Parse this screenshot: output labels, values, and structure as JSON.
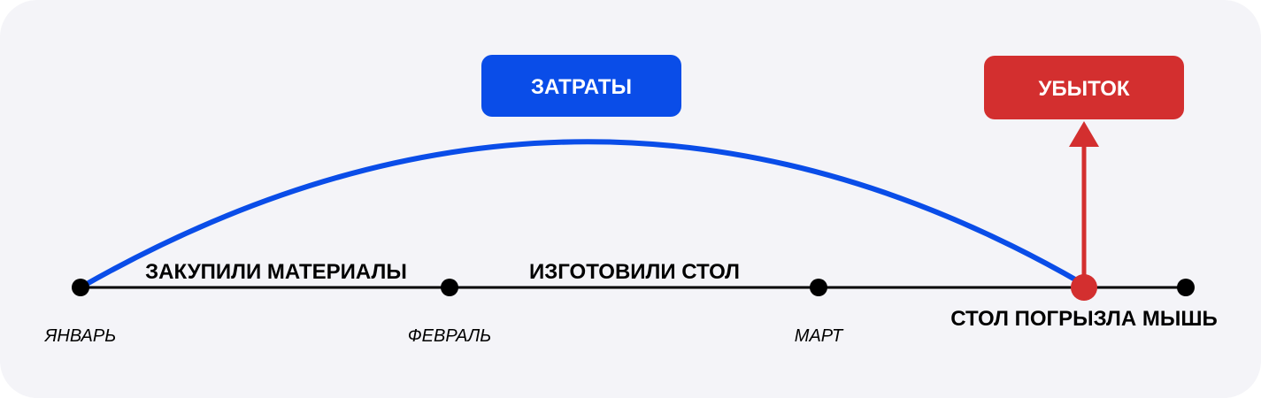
{
  "colors": {
    "cost": "#0a4de8",
    "loss": "#d32f2f",
    "timeline": "#000000",
    "background": "#f4f4f8"
  },
  "cost_label": "ЗАТРАТЫ",
  "loss_label": "УБЫТОК",
  "months": [
    "ЯНВАРЬ",
    "ФЕВРАЛЬ",
    "МАРТ"
  ],
  "segments": [
    "ЗАКУПИЛИ МАТЕРИАЛЫ",
    "ИЗГОТОВИЛИ СТОЛ"
  ],
  "event_label": "СТОЛ ПОГРЫЗЛА МЫШЬ"
}
